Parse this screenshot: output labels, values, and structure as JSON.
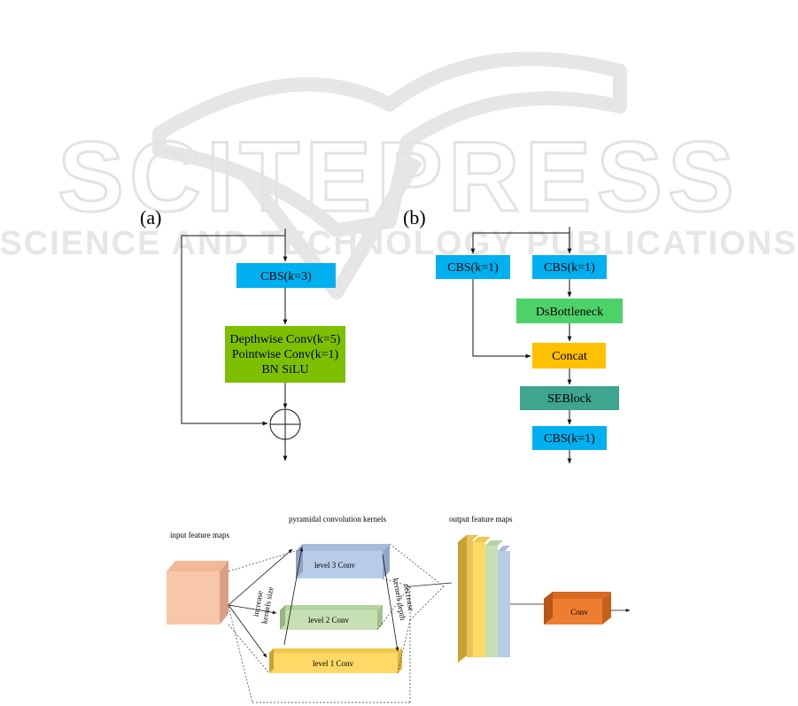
{
  "watermark": {
    "main": "SCITEPRESS",
    "sub": "SCIENCE AND TECHNOLOGY PUBLICATIONS"
  },
  "panel_a": {
    "label": "(a)",
    "cbs": "CBS(k=3)",
    "dw_line1": "Depthwise Conv(k=5)",
    "dw_line2": "Pointwise Conv(k=1)",
    "dw_line3": "BN SiLU",
    "colors": {
      "cbs": "#00b0f0",
      "dw": "#7dc000"
    }
  },
  "panel_b": {
    "label": "(b)",
    "cbs_left": "CBS(k=1)",
    "cbs_right": "CBS(k=1)",
    "dsbottleneck": "DsBottleneck",
    "concat": "Concat",
    "seblock": "SEBlock",
    "cbs_out": "CBS(k=1)",
    "colors": {
      "cbs": "#00b0f0",
      "ds": "#4dd26a",
      "concat": "#ffc000",
      "se": "#3ea58e"
    }
  },
  "panel_c": {
    "input_label": "input feature maps",
    "kernels_label": "pyramidal convolution kernels",
    "output_label": "output feature maps",
    "level3": "level 3 Conv",
    "level2": "level 2 Conv",
    "level1": "level 1 Conv",
    "increase_line1": "increase",
    "increase_line2": "kernels size",
    "decrease_line1": "decrease",
    "decrease_line2": "kernels depth",
    "conv": "Conv",
    "colors": {
      "input": "#f8c6a8",
      "level3": "#b8cce8",
      "level2": "#c6e0b4",
      "level1": "#ffd966",
      "conv": "#ed7d31"
    }
  }
}
